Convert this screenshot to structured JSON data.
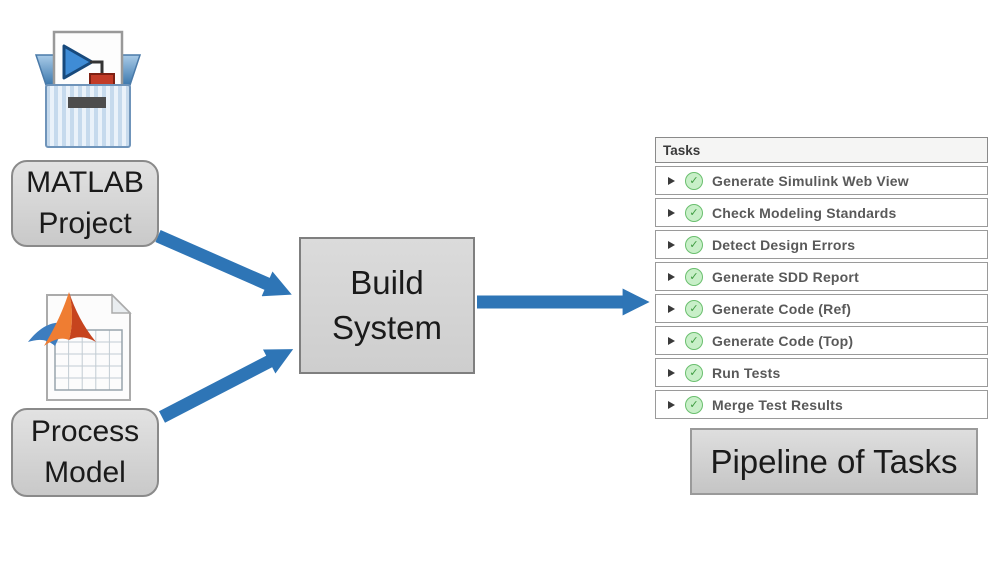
{
  "colors": {
    "arrow": "#2e75b6",
    "node_border": "#8a8a8a",
    "node_fill_top": "#e2e2e2",
    "node_fill_bottom": "#c9c9c9",
    "task_text": "#595959",
    "header_text": "#3a3a3a",
    "check_fill": "#c8efc8",
    "check_border": "#6abf6e",
    "check_mark": "#3f9b41"
  },
  "nodes": {
    "matlab_project": {
      "lines": [
        "MATLAB",
        "Project"
      ]
    },
    "process_model": {
      "lines": [
        "Process",
        "Model"
      ]
    },
    "build_system": {
      "lines": [
        "Build",
        "System"
      ]
    },
    "pipeline_caption": "Pipeline of Tasks"
  },
  "icons": {
    "project": "simulink-project-box-icon",
    "model": "matlab-spreadsheet-document-icon",
    "expand": "expand-arrow-icon",
    "status": "passed-check-icon"
  },
  "tasks_panel": {
    "header": "Tasks",
    "check_glyph": "✓",
    "rows": [
      {
        "label": "Generate Simulink Web View",
        "status": "passed"
      },
      {
        "label": "Check Modeling Standards",
        "status": "passed"
      },
      {
        "label": "Detect Design Errors",
        "status": "passed"
      },
      {
        "label": "Generate SDD Report",
        "status": "passed"
      },
      {
        "label": "Generate Code (Ref)",
        "status": "passed"
      },
      {
        "label": "Generate Code (Top)",
        "status": "passed"
      },
      {
        "label": "Run Tests",
        "status": "passed"
      },
      {
        "label": "Merge Test Results",
        "status": "passed"
      }
    ]
  }
}
